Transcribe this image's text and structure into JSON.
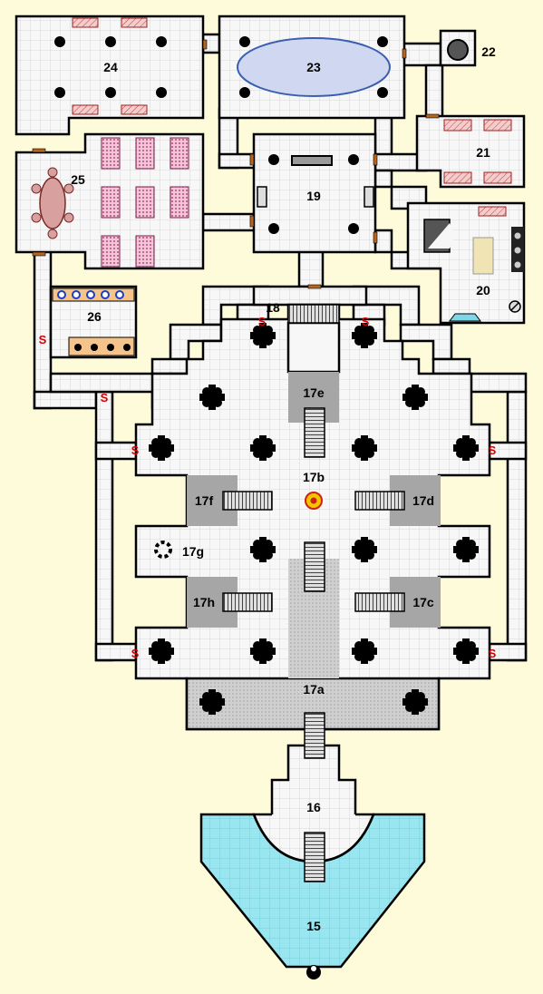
{
  "map": {
    "room_labels": {
      "r15": "15",
      "r16": "16",
      "r17a": "17a",
      "r17b": "17b",
      "r17c": "17c",
      "r17d": "17d",
      "r17e": "17e",
      "r17f": "17f",
      "r17g": "17g",
      "r17h": "17h",
      "r18": "18",
      "r19": "19",
      "r20": "20",
      "r21": "21",
      "r22": "22",
      "r23": "23",
      "r24": "24",
      "r25": "25",
      "r26": "26"
    },
    "secret_door_glyph": "S",
    "colors": {
      "background": "#fdfbd9",
      "floor": "#f7f7f7",
      "grid_line": "#cfcfcf",
      "wall": "#000000",
      "water": "#99e6f0",
      "pool": "#cfd8f0",
      "raised_floor": "#cfcfcf",
      "dark_alcove": "#a6a6a6",
      "secret_door": "#d40000",
      "door": "#b5651d"
    }
  }
}
